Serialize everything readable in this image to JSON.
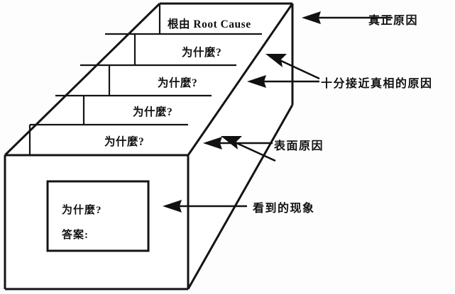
{
  "diagram": {
    "title": "5 Why Root Cause Staircase Box Diagram",
    "colors": {
      "stroke": "#141414",
      "background": "#ffffff",
      "arrow": "#111111"
    },
    "steps": [
      {
        "id": "step-root",
        "label": "根由 Root Cause"
      },
      {
        "id": "step-why-1",
        "label": "为什麼?"
      },
      {
        "id": "step-why-2",
        "label": "为什麼?"
      },
      {
        "id": "step-why-3",
        "label": "为什麼?"
      },
      {
        "id": "step-why-4",
        "label": "为什麼?"
      }
    ],
    "front_panel": {
      "question": "为什麼?",
      "answer_prompt": "答案:"
    },
    "callouts": [
      {
        "id": "callout-true-cause",
        "label": "真正原因",
        "arrows": 1
      },
      {
        "id": "callout-near-truth-cause",
        "label": "十分接近真相的原因",
        "arrows": 2
      },
      {
        "id": "callout-surface-cause",
        "label": "表面原因",
        "arrows": 2
      },
      {
        "id": "callout-observed-symptom",
        "label": "看到的现象",
        "arrows": 1
      }
    ]
  }
}
